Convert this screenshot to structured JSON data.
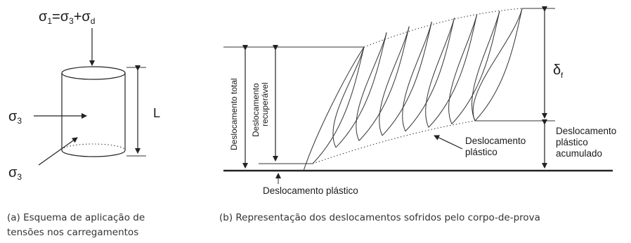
{
  "left_panel": {
    "sigma1_formula": "σ₁=σ₃+σ_d",
    "sigma1_main": "σ",
    "sigma1_sub": "1",
    "sigma3_eq": "=σ",
    "sigma3_eq_sub": "3",
    "plus_sigma_d": "+σ",
    "sigma_d_sub": "d",
    "lateral_sigma": "σ",
    "lateral_sub": "3",
    "bottom_sigma": "σ",
    "bottom_sub": "3",
    "length_label": "L",
    "caption_line1": "(a) Esquema de aplicação de",
    "caption_line2": "tensões nos carregamentos"
  },
  "right_panel": {
    "total_displacement": "Deslocamento total",
    "recoverable_line1": "Deslocamento",
    "recoverable_line2": "recuperável",
    "delta_main": "δ",
    "delta_sub": "f",
    "plastic_line1": "Deslocamento",
    "plastic_line2": "plástico",
    "accumulated_line1": "Deslocamento",
    "accumulated_line2": "plástico",
    "accumulated_line3": "acumulado",
    "bottom_plastic": "Deslocamento plástico",
    "caption": "(b) Representação dos deslocamentos sofridos pelo corpo-de-prova"
  },
  "colors": {
    "ink": "#222222",
    "caption": "#333333"
  },
  "cycles": 8
}
